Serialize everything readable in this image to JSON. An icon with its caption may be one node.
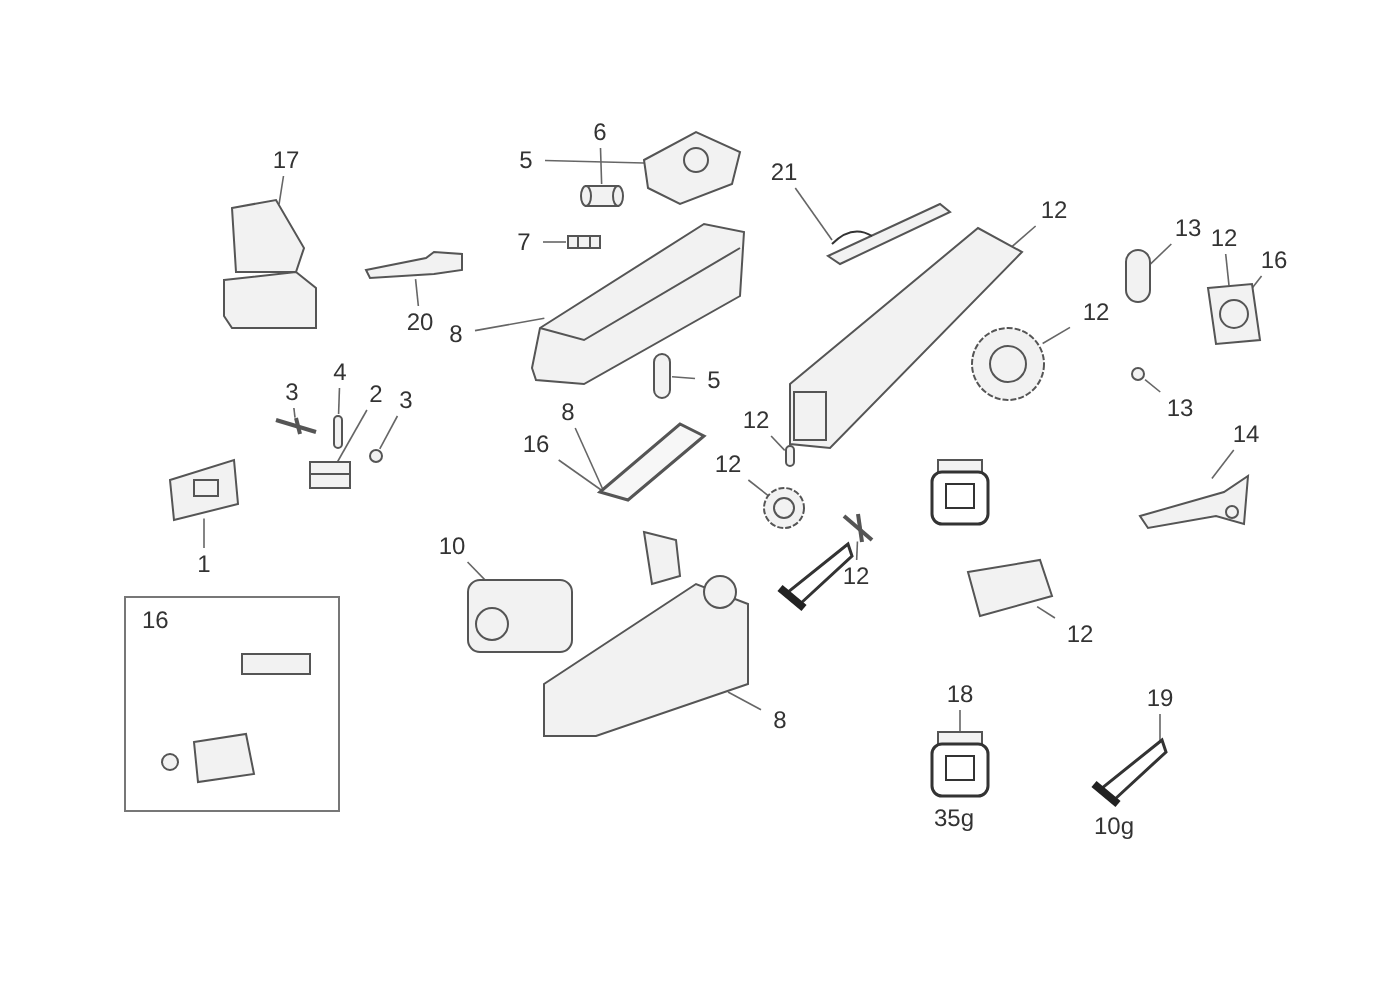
{
  "diagram": {
    "nodes": [
      {
        "text": [
          "5"
        ]
      },
      {
        "text": [],
        "shape": "picture"
      },
      {
        "text": [
          "6"
        ]
      },
      {
        "text": [],
        "shape": "cylinder"
      },
      {
        "text": [
          "17"
        ]
      },
      {
        "text": [],
        "shape": "picture"
      },
      {
        "text": [
          "21"
        ]
      },
      {
        "text": [],
        "shape": "picture"
      },
      {
        "text": [
          "12"
        ]
      },
      {
        "text": [],
        "shape": "picture"
      },
      {
        "text": [
          "7"
        ]
      },
      {
        "text": [],
        "shape": "box"
      },
      {
        "text": [
          "13"
        ]
      },
      {
        "text": [],
        "shape": "bar"
      },
      {
        "text": [
          "12"
        ]
      },
      {
        "text": [
          "16"
        ]
      },
      {
        "text": [],
        "shape": "picture"
      },
      {
        "text": [
          "20"
        ]
      },
      {
        "text": [],
        "shape": "picture"
      },
      {
        "text": [
          "8"
        ]
      },
      {
        "text": [],
        "shape": "picture"
      },
      {
        "text": [
          "12"
        ]
      },
      {
        "text": [],
        "shape": "picture"
      },
      {
        "text": [
          "5"
        ]
      },
      {
        "text": [],
        "shape": "bar"
      },
      {
        "text": [
          "13"
        ]
      },
      {
        "text": [],
        "shape": "circle"
      },
      {
        "text": [
          "3"
        ]
      },
      {
        "text": [
          "4"
        ]
      },
      {
        "text": [
          "2"
        ]
      },
      {
        "text": [
          "3"
        ]
      },
      {
        "text": [],
        "shape": "picture"
      },
      {
        "text": [],
        "shape": "bar"
      },
      {
        "text": [],
        "shape": "picture"
      },
      {
        "text": [],
        "shape": "circle"
      },
      {
        "text": [
          "8"
        ]
      },
      {
        "text": [
          "16"
        ]
      },
      {
        "text": [],
        "shape": "picture"
      },
      {
        "text": [
          "12"
        ]
      },
      {
        "text": [],
        "shape": "bar"
      },
      {
        "text": [
          "14"
        ]
      },
      {
        "text": [],
        "shape": "picture"
      },
      {
        "text": [
          "1"
        ]
      },
      {
        "text": [],
        "shape": "picture"
      },
      {
        "text": [
          "10"
        ]
      },
      {
        "text": [],
        "shape": "picture"
      },
      {
        "text": [
          "12"
        ]
      },
      {
        "text": [],
        "shape": "picture"
      },
      {
        "text": [
          "12"
        ]
      },
      {
        "text": [],
        "shape": "picture"
      },
      {
        "text": [
          "12"
        ]
      },
      {
        "text": [],
        "shape": "picture"
      },
      {
        "text": [
          "8"
        ]
      },
      {
        "text": [],
        "shape": "picture"
      },
      {
        "text": [
          "16"
        ]
      },
      {
        "text": [],
        "shape": "picture",
        "in": 54
      },
      {
        "text": [
          "18"
        ]
      },
      {
        "text": [],
        "shape": "picture",
        "beside": [
          "35g"
        ]
      },
      {
        "text": [
          "19"
        ]
      },
      {
        "text": [],
        "shape": "picture",
        "beside": [
          "10g"
        ]
      }
    ],
    "edges": [
      {
        "from": 0,
        "to": 1,
        "arrow": "none"
      },
      {
        "from": 2,
        "to": 3,
        "arrow": "none"
      },
      {
        "from": 4,
        "to": 5,
        "arrow": "none"
      },
      {
        "from": 6,
        "to": 7,
        "arrow": "none"
      },
      {
        "from": 8,
        "to": 9,
        "arrow": "none"
      },
      {
        "from": 10,
        "to": 11,
        "arrow": "none"
      },
      {
        "from": 12,
        "to": 13,
        "arrow": "none"
      },
      {
        "from": 14,
        "to": 16,
        "arrow": "none"
      },
      {
        "from": 15,
        "to": 16,
        "arrow": "none"
      },
      {
        "from": 17,
        "to": 18,
        "arrow": "none"
      },
      {
        "from": 19,
        "to": 20,
        "arrow": "none"
      },
      {
        "from": 21,
        "to": 22,
        "arrow": "none"
      },
      {
        "from": 23,
        "to": 24,
        "arrow": "none"
      },
      {
        "from": 25,
        "to": 26,
        "arrow": "none"
      },
      {
        "from": 27,
        "to": 31,
        "arrow": "none"
      },
      {
        "from": 28,
        "to": 32,
        "arrow": "none"
      },
      {
        "from": 29,
        "to": 33,
        "arrow": "none"
      },
      {
        "from": 30,
        "to": 34,
        "arrow": "none"
      },
      {
        "from": 35,
        "to": 37,
        "arrow": "none"
      },
      {
        "from": 36,
        "to": 37,
        "arrow": "none"
      },
      {
        "from": 38,
        "to": 39,
        "arrow": "none"
      },
      {
        "from": 40,
        "to": 41,
        "arrow": "none"
      },
      {
        "from": 42,
        "to": 43,
        "arrow": "none"
      },
      {
        "from": 44,
        "to": 45,
        "arrow": "none"
      },
      {
        "from": 46,
        "to": 47,
        "arrow": "none"
      },
      {
        "from": 48,
        "to": 49,
        "arrow": "none"
      },
      {
        "from": 50,
        "to": 51,
        "arrow": "none"
      },
      {
        "from": 52,
        "to": 53,
        "arrow": "none"
      },
      {
        "from": 56,
        "to": 57,
        "arrow": "none"
      },
      {
        "from": 58,
        "to": 59,
        "arrow": "none"
      }
    ]
  }
}
